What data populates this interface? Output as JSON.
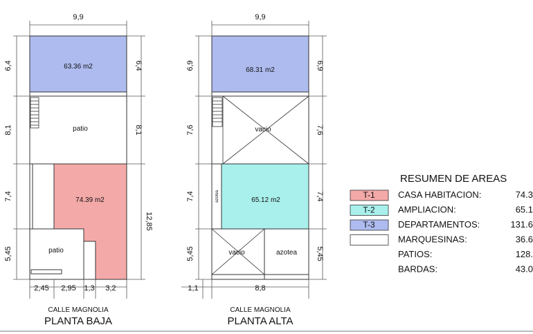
{
  "planta_baja": {
    "top_width": "9,9",
    "left_dims": [
      "6,4",
      "8,1",
      "7,4",
      "5,45"
    ],
    "right_dims": [
      "6,4",
      "8,1",
      "12,85"
    ],
    "bottom_dims": [
      "2,45",
      "2,95",
      "1,3",
      "3,2"
    ],
    "area_top": "63.36 m2",
    "area_main": "74.39 m2",
    "label_patio_mid": "patio",
    "label_patio_low": "patio",
    "street": "CALLE MAGNOLIA",
    "title": "PLANTA BAJA"
  },
  "planta_alta": {
    "top_width": "9,9",
    "left_dims": [
      "6,9",
      "7,6",
      "7,4",
      "5,45"
    ],
    "right_dims": [
      "6,9",
      "7,6",
      "7,4",
      "5,45"
    ],
    "bottom_dims": [
      "1,1",
      "8,8"
    ],
    "area_top": "68.31 m2",
    "area_mid": "65.12 m2",
    "label_vacio_mid": "vacio",
    "label_vacio_low": "vacio",
    "label_azotea_low": "azotea",
    "label_azotea_side": "azotea",
    "street": "CALLE MAGNOLIA",
    "title": "PLANTA ALTA"
  },
  "resumen": {
    "title": "RESUMEN DE AREAS",
    "items": [
      {
        "code": "T-1",
        "label": "CASA HABITACION:",
        "value": "74.3",
        "color": "#f4a9a9"
      },
      {
        "code": "T-2",
        "label": "AMPLIACION:",
        "value": "65.1",
        "color": "#a9f0ec"
      },
      {
        "code": "T-3",
        "label": "DEPARTAMENTOS:",
        "value": "131.6",
        "color": "#aebbef"
      },
      {
        "code": "",
        "label": "MARQUESINAS:",
        "value": "36.6",
        "color": "#ffffff"
      },
      {
        "code": "",
        "label": "PATIOS:",
        "value": "128.",
        "color": ""
      },
      {
        "code": "",
        "label": "BARDAS:",
        "value": "43.0",
        "color": ""
      }
    ]
  },
  "colors": {
    "pink": "#f4a9a9",
    "cyan": "#a9f0ec",
    "blue": "#aebbef",
    "line": "#333333"
  }
}
